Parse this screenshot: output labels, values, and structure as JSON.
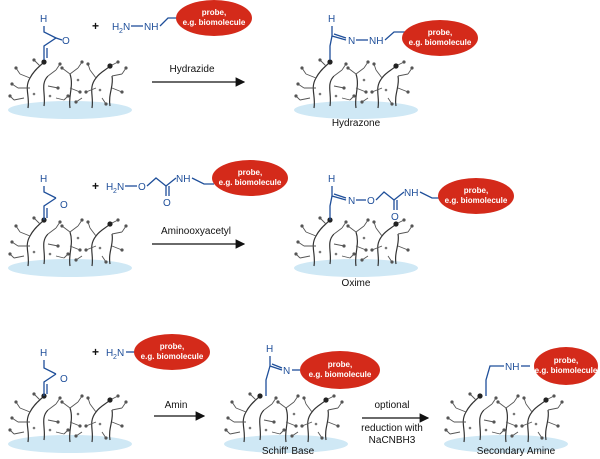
{
  "reagents": {
    "hydrazide": {
      "h2n": "H",
      "h2n_sub": "2",
      "h2n_n": "N",
      "nh": "NH"
    },
    "aminooxy": {
      "h2n": "H",
      "h2n_sub": "2",
      "h2n_n": "N",
      "o": "O",
      "nh": "NH",
      "carbonyl_o": "O"
    },
    "amine": {
      "h2n": "H",
      "h2n_sub": "2",
      "h2n_n": "N"
    }
  },
  "aldehyde": {
    "h": "H",
    "o": "O"
  },
  "products": {
    "hydrazone": {
      "h": "H",
      "n": "N",
      "nh": "NH"
    },
    "oxime": {
      "h": "H",
      "n": "N",
      "o": "O",
      "nh": "NH",
      "carbonyl_o": "O"
    },
    "schiff": {
      "h": "H",
      "n": "N"
    },
    "secondary": {
      "nh": "NH"
    }
  },
  "probe": {
    "line1": "probe,",
    "line2": "e.g. biomolecule"
  },
  "plus": "+",
  "arrows": {
    "hydrazide": "Hydrazide",
    "aminooxy": "Aminooxyacetyl",
    "amin": "Amin",
    "reduction_line1": "optional",
    "reduction_line2": "reduction with",
    "reduction_line3": "NaCNBH3"
  },
  "captions": {
    "hydrazone": "Hydrazone",
    "oxime": "Oxime",
    "schiff": "Schiff' Base",
    "secondary": "Secondary Amine"
  },
  "colors": {
    "probe": "#d42a1a",
    "chem": "#1f4f9a",
    "surface": "#cfe8f5"
  }
}
